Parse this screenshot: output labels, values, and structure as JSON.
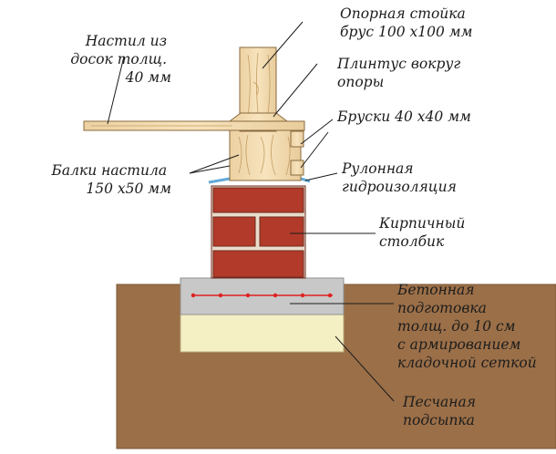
{
  "labels": {
    "support_post": [
      "Опорная стойка",
      "брус 100  х100 мм"
    ],
    "decking": [
      "Настил из",
      "досок толщ.",
      "40 мм"
    ],
    "plinth": [
      "Плинтус вокруг",
      "опоры"
    ],
    "bars": [
      "Бруски 40  х40 мм"
    ],
    "joists": [
      "Балки настила",
      "150 х50 мм"
    ],
    "waterproofing": [
      "Рулонная",
      "гидроизоляция"
    ],
    "brick_column": [
      "Кирпичный",
      "столбик"
    ],
    "concrete": [
      "Бетонная",
      "подготовка",
      "толщ. до 10 см",
      "с армированием",
      "кладочной сеткой"
    ],
    "sand": [
      "Песчаная",
      "подсыпка"
    ]
  },
  "colors": {
    "soil": "#9b6f48",
    "brick": "#b23a2a",
    "mortar": "#e9dccb",
    "concrete": "#c8c8c8",
    "sand": "#f5efc4",
    "wood": "#f4ddb3",
    "waterproofing": "#63a9d8",
    "rebar": "#e02020"
  }
}
